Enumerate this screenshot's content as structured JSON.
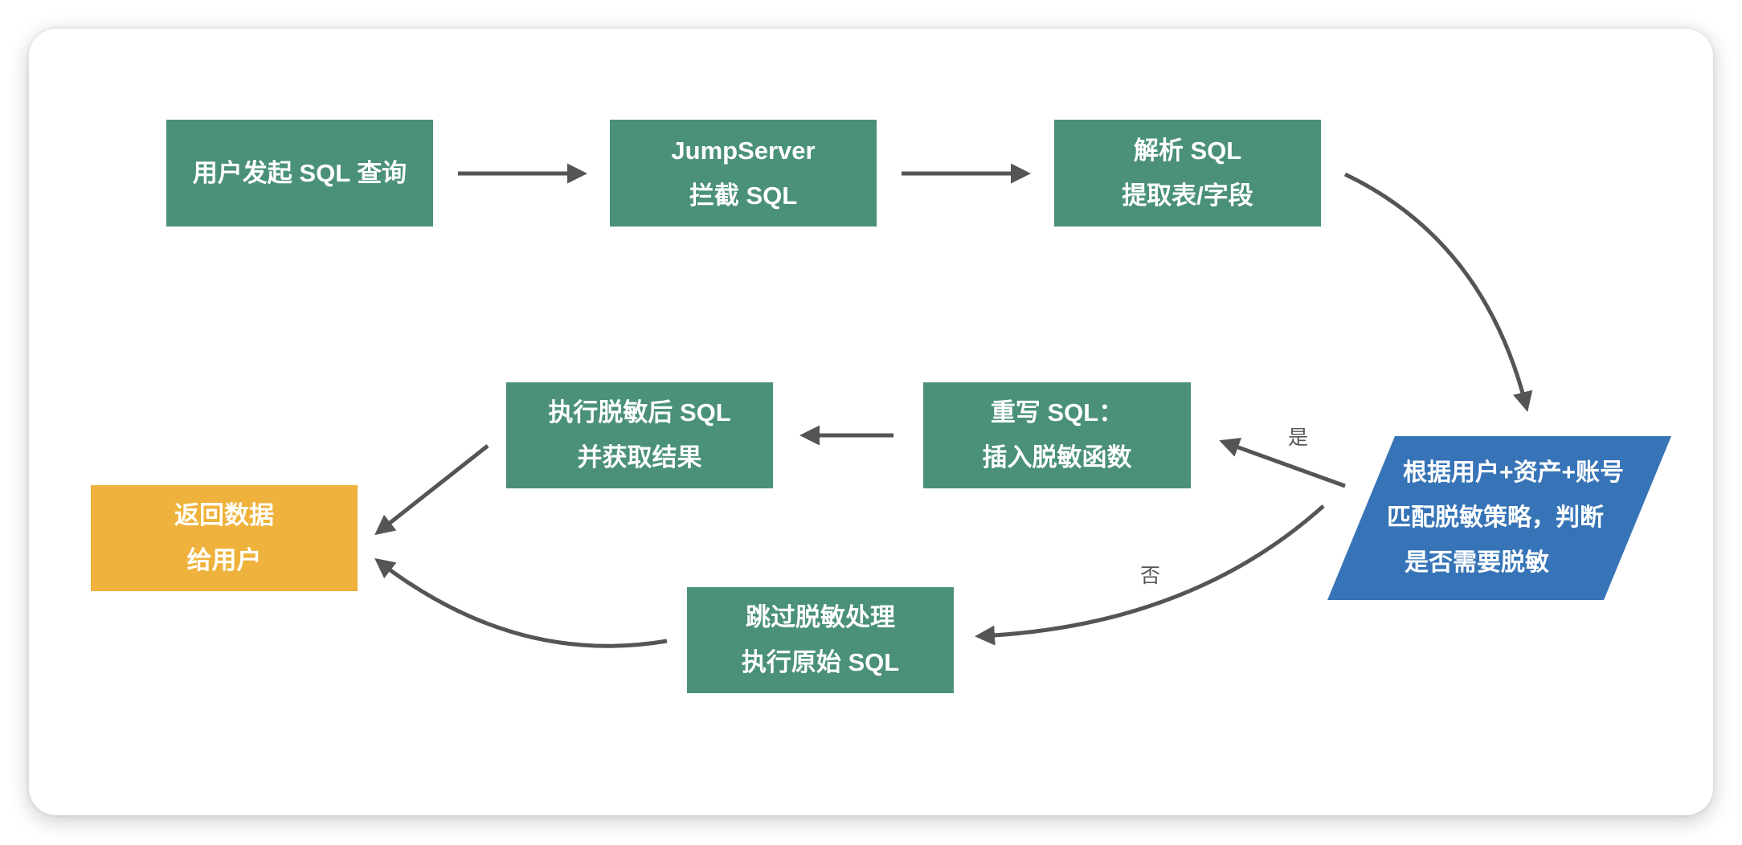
{
  "colors": {
    "process": "#4a907b",
    "terminal": "#efb23c",
    "decision": "#3774b7",
    "arrow": "#555555",
    "label": "#555555"
  },
  "nodes": {
    "user_query": {
      "lines": [
        "用户发起 SQL 查询"
      ]
    },
    "intercept": {
      "lines": [
        "JumpServer",
        "拦截 SQL"
      ]
    },
    "parse": {
      "lines": [
        "解析 SQL",
        "提取表/字段"
      ]
    },
    "decision": {
      "lines": [
        "根据用户+资产+账号",
        "匹配脱敏策略，判断",
        "是否需要脱敏"
      ]
    },
    "rewrite": {
      "lines": [
        "重写 SQL：",
        "插入脱敏函数"
      ]
    },
    "execute_masked": {
      "lines": [
        "执行脱敏后 SQL",
        "并获取结果"
      ]
    },
    "skip": {
      "lines": [
        "跳过脱敏处理",
        "执行原始 SQL"
      ]
    },
    "return": {
      "lines": [
        "返回数据",
        "给用户"
      ]
    }
  },
  "edge_labels": {
    "yes": "是",
    "no": "否"
  },
  "edges": [
    {
      "from": "user_query",
      "to": "intercept"
    },
    {
      "from": "intercept",
      "to": "parse"
    },
    {
      "from": "parse",
      "to": "decision"
    },
    {
      "from": "decision",
      "to": "rewrite",
      "label": "是"
    },
    {
      "from": "decision",
      "to": "skip",
      "label": "否"
    },
    {
      "from": "rewrite",
      "to": "execute_masked"
    },
    {
      "from": "execute_masked",
      "to": "return"
    },
    {
      "from": "skip",
      "to": "return"
    }
  ]
}
